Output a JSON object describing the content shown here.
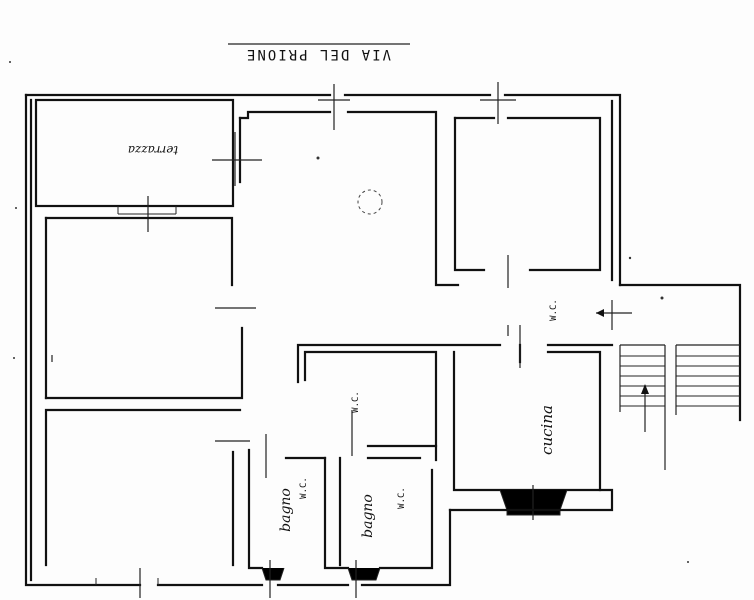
{
  "plan": {
    "street_label": "VIA DEL PRIONE",
    "rooms": {
      "terrazza": "terrazza",
      "cucina": "cucina",
      "bagno_left": "bagno",
      "bagno_right": "bagno",
      "wc_left": "W.C.",
      "wc_right": "W.C."
    },
    "markings": {
      "hall_marking": "W.C.",
      "right_marking": "W.C.",
      "center_symbol": "⊙"
    }
  }
}
